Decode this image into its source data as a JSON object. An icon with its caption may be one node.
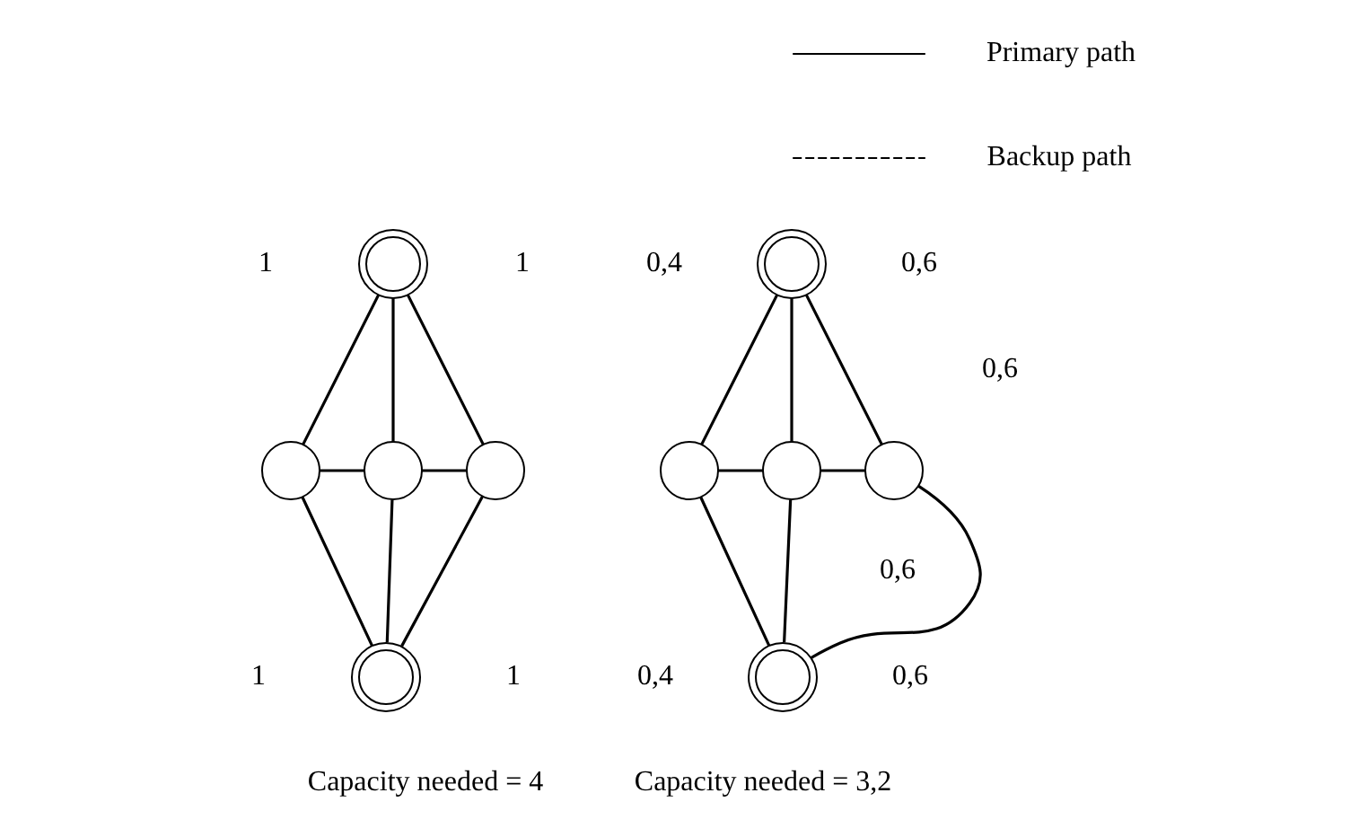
{
  "diagram": {
    "nodes": [
      {
        "text": [],
        "shape": "doublecircle"
      },
      {
        "text": [],
        "shape": "circle"
      },
      {
        "text": [],
        "shape": "circle"
      },
      {
        "text": [],
        "shape": "circle"
      },
      {
        "text": [],
        "shape": "doublecircle"
      },
      {
        "text": [],
        "shape": "doublecircle"
      },
      {
        "text": [],
        "shape": "circle"
      },
      {
        "text": [],
        "shape": "circle"
      },
      {
        "text": [],
        "shape": "circle"
      },
      {
        "text": [],
        "shape": "doublecircle"
      }
    ],
    "edges": [
      {
        "from": 0,
        "to": 1,
        "arrow": "none"
      },
      {
        "from": 0,
        "to": 2,
        "arrow": "none"
      },
      {
        "from": 0,
        "to": 3,
        "arrow": "none"
      },
      {
        "from": 1,
        "to": 2,
        "arrow": "none"
      },
      {
        "from": 2,
        "to": 3,
        "arrow": "none"
      },
      {
        "from": 1,
        "to": 4,
        "arrow": "none"
      },
      {
        "from": 2,
        "to": 4,
        "arrow": "none"
      },
      {
        "from": 3,
        "to": 4,
        "arrow": "none"
      },
      {
        "from": 5,
        "to": 6,
        "arrow": "none"
      },
      {
        "from": 5,
        "to": 7,
        "arrow": "none"
      },
      {
        "from": 5,
        "to": 8,
        "arrow": "none"
      },
      {
        "from": 6,
        "to": 7,
        "arrow": "none"
      },
      {
        "from": 7,
        "to": 8,
        "arrow": "none"
      },
      {
        "from": 6,
        "to": 9,
        "arrow": "none"
      },
      {
        "from": 7,
        "to": 9,
        "arrow": "none"
      },
      {
        "from": 8,
        "to": 9,
        "arrow": "none"
      }
    ],
    "labels": [
      "1",
      "1",
      "0,4",
      "0,6",
      "0,6",
      "0,6",
      "1",
      "1",
      "0,4",
      "0,6",
      "Capacity needed = 4",
      "Capacity needed = 3,2"
    ],
    "legend": [
      {
        "text": "Primary path"
      },
      {
        "text": "Backup path"
      }
    ]
  }
}
